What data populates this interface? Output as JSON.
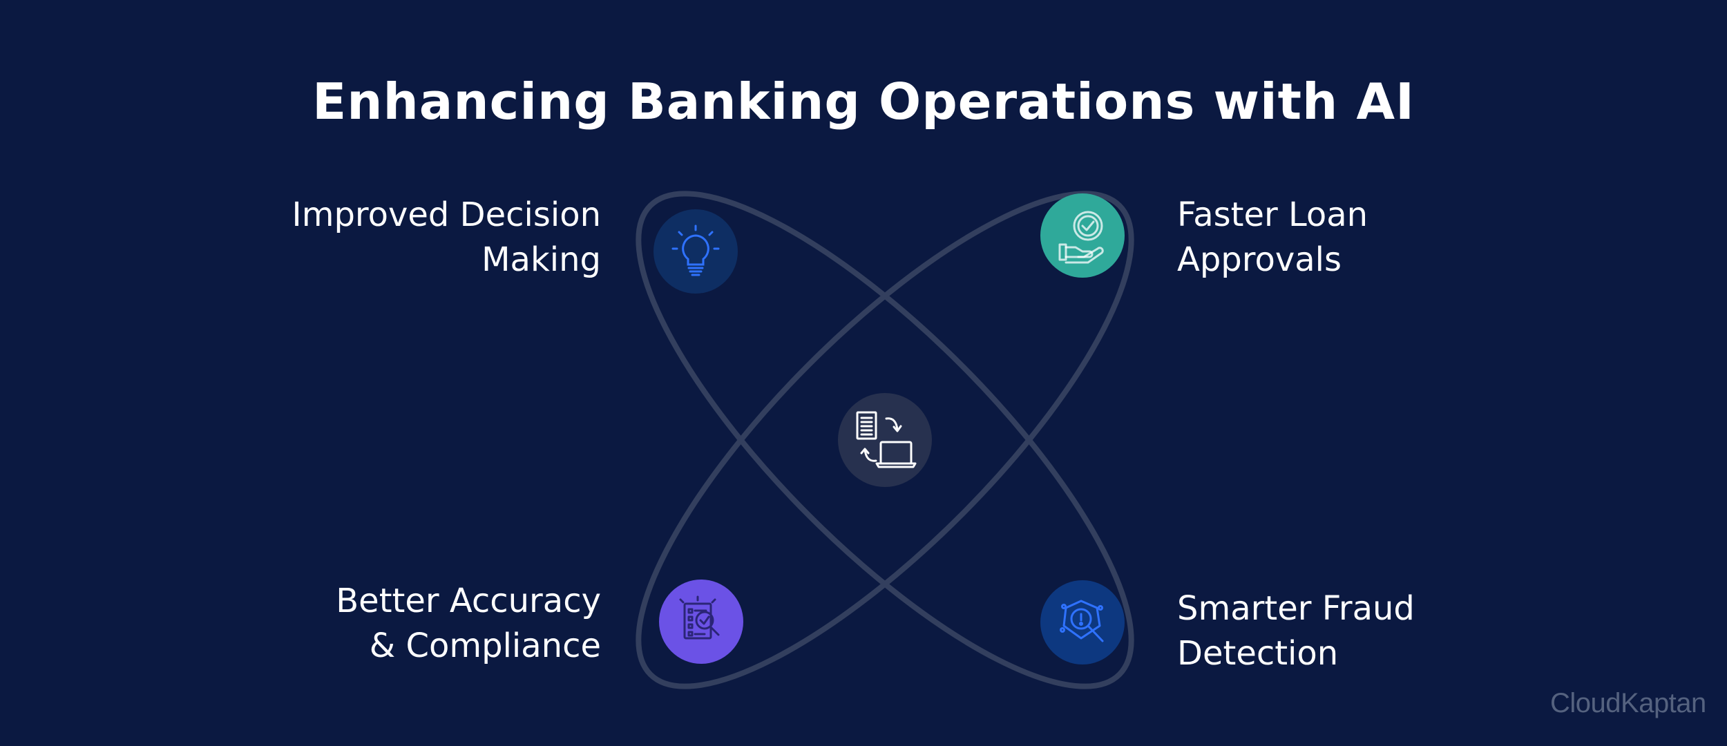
{
  "title": "Enhancing Banking Operations with AI",
  "nodes": {
    "top_left": {
      "line1": "Improved Decision",
      "line2": "Making",
      "icon": "lightbulb-icon",
      "color": "#0e2e63"
    },
    "top_right": {
      "line1": "Faster Loan",
      "line2": "Approvals",
      "icon": "hand-checkmark-icon",
      "color": "#2fa99a"
    },
    "bottom_left": {
      "line1": "Better Accuracy",
      "line2": "& Compliance",
      "icon": "document-magnifier-check-icon",
      "color": "#6b52e6"
    },
    "bottom_right": {
      "line1": "Smarter Fraud",
      "line2": "Detection",
      "icon": "fraud-shield-magnifier-icon",
      "color": "#0d3880"
    },
    "center": {
      "icon": "document-to-laptop-sync-icon",
      "color": "#27314f"
    }
  },
  "colors": {
    "background": "#0b1941",
    "ellipse_stroke": "#333f5e",
    "icon_blue": "#2f72ff"
  },
  "logo": "CloudKaptan"
}
